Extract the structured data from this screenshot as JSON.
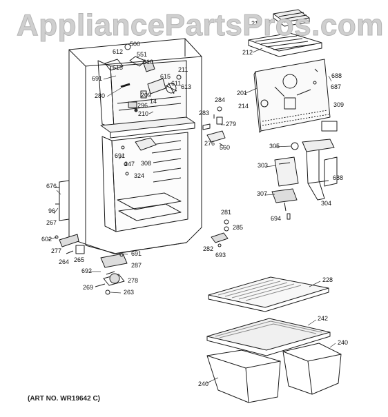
{
  "watermark": "AppliancePartsPros.com",
  "art_note": "(ART NO. WR19642 C)",
  "callouts": [
    {
      "id": "c500",
      "text": "500"
    },
    {
      "id": "c612",
      "text": "612"
    },
    {
      "id": "c551",
      "text": "551"
    },
    {
      "id": "c615a",
      "text": "615"
    },
    {
      "id": "c610",
      "text": "610"
    },
    {
      "id": "c691a",
      "text": "691"
    },
    {
      "id": "c615b",
      "text": "615"
    },
    {
      "id": "c211",
      "text": "211"
    },
    {
      "id": "c611",
      "text": "611"
    },
    {
      "id": "c613",
      "text": "613"
    },
    {
      "id": "c280",
      "text": "280"
    },
    {
      "id": "c209",
      "text": "209"
    },
    {
      "id": "c14",
      "text": "14"
    },
    {
      "id": "c296",
      "text": "296"
    },
    {
      "id": "c210",
      "text": "210"
    },
    {
      "id": "c284",
      "text": "284"
    },
    {
      "id": "c283",
      "text": "283"
    },
    {
      "id": "c279",
      "text": "279"
    },
    {
      "id": "c276",
      "text": "276"
    },
    {
      "id": "c560",
      "text": "560"
    },
    {
      "id": "c691b",
      "text": "691"
    },
    {
      "id": "c247",
      "text": "247"
    },
    {
      "id": "c308",
      "text": "308"
    },
    {
      "id": "c324",
      "text": "324"
    },
    {
      "id": "c676",
      "text": "676"
    },
    {
      "id": "c96",
      "text": "96"
    },
    {
      "id": "c267",
      "text": "267"
    },
    {
      "id": "c602",
      "text": "602"
    },
    {
      "id": "c277",
      "text": "277"
    },
    {
      "id": "c264",
      "text": "264"
    },
    {
      "id": "c265",
      "text": "265"
    },
    {
      "id": "c691c",
      "text": "691"
    },
    {
      "id": "c287",
      "text": "287"
    },
    {
      "id": "c692",
      "text": "692"
    },
    {
      "id": "c278",
      "text": "278"
    },
    {
      "id": "c269",
      "text": "269"
    },
    {
      "id": "c263",
      "text": "263"
    },
    {
      "id": "c281",
      "text": "281"
    },
    {
      "id": "c285",
      "text": "285"
    },
    {
      "id": "c282",
      "text": "282"
    },
    {
      "id": "c693",
      "text": "693"
    },
    {
      "id": "c213",
      "text": "213"
    },
    {
      "id": "c212",
      "text": "212"
    },
    {
      "id": "c688a",
      "text": "688"
    },
    {
      "id": "c687",
      "text": "687"
    },
    {
      "id": "c201",
      "text": "201"
    },
    {
      "id": "c214",
      "text": "214"
    },
    {
      "id": "c309",
      "text": "309"
    },
    {
      "id": "c305",
      "text": "305"
    },
    {
      "id": "c303",
      "text": "303"
    },
    {
      "id": "c688b",
      "text": "688"
    },
    {
      "id": "c307",
      "text": "307"
    },
    {
      "id": "c304",
      "text": "304"
    },
    {
      "id": "c694",
      "text": "694"
    },
    {
      "id": "c228",
      "text": "228"
    },
    {
      "id": "c242",
      "text": "242"
    },
    {
      "id": "c240a",
      "text": "240"
    },
    {
      "id": "c240b",
      "text": "240"
    }
  ]
}
